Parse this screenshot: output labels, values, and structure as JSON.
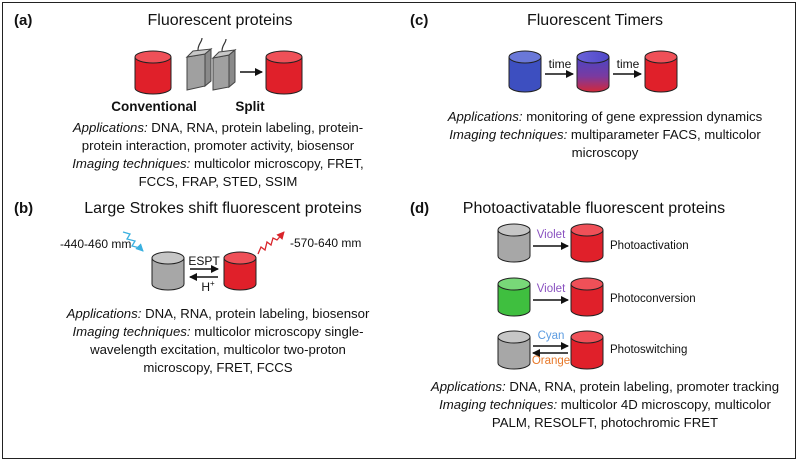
{
  "panels": {
    "a": {
      "label": "(a)",
      "title": "Fluorescent proteins",
      "conventional": "Conventional",
      "split": "Split",
      "applications_label": "Applications:",
      "applications_lines": [
        " DNA, RNA, protein labeling, protein-",
        "protein interaction, promoter activity, biosensor"
      ],
      "imaging_label": "Imaging techniques:",
      "imaging_lines": [
        " multicolor microscopy, FRET,",
        "FCCS, FRAP, STED, SSIM"
      ]
    },
    "b": {
      "label": "(b)",
      "title": "Large Strokes shift fluorescent proteins",
      "excitation": "-440-460 mm",
      "emission": "-570-640 mm",
      "espt": "ESPT",
      "hplus": "H",
      "hplus_sup": "+",
      "applications_label": "Applications:",
      "applications_lines": [
        " DNA, RNA, protein labeling, biosensor"
      ],
      "imaging_label": "Imaging techniques:",
      "imaging_lines": [
        " multicolor microscopy single-",
        "wavelength excitation, multicolor two-proton",
        "microscopy, FRET, FCCS"
      ]
    },
    "c": {
      "label": "(c)",
      "title": "Fluorescent Timers",
      "time1": "time",
      "time2": "time",
      "applications_label": "Applications:",
      "applications_lines": [
        " monitoring of gene expression dynamics"
      ],
      "imaging_label": "Imaging techniques:",
      "imaging_lines": [
        " multiparameter FACS, multicolor microscopy"
      ]
    },
    "d": {
      "label": "(d)",
      "title": "Photoactivatable fluorescent proteins",
      "rows": [
        {
          "light": "Violet",
          "name": "Photoactivation"
        },
        {
          "light": "Violet",
          "name": "Photoconversion"
        },
        {
          "light": "Cyan",
          "light2": "Orange",
          "name": "Photoswitching"
        }
      ],
      "applications_label": "Applications:",
      "applications_lines": [
        " DNA, RNA, protein labeling, promoter tracking"
      ],
      "imaging_label": "Imaging techniques:",
      "imaging_lines": [
        " multicolor 4D microscopy, multicolor",
        "PALM, RESOLFT, photochromic FRET"
      ]
    }
  },
  "colors": {
    "red": "#e0202a",
    "gray": "#a7a7a7",
    "blue": "#3d4fc0",
    "green": "#3fbf3f",
    "violet": "#8a52c0",
    "cyan": "#5b9be0",
    "orange": "#e8792a",
    "cyan_zigzag": "#3ab0e0",
    "red_zigzag": "#d9252b"
  }
}
